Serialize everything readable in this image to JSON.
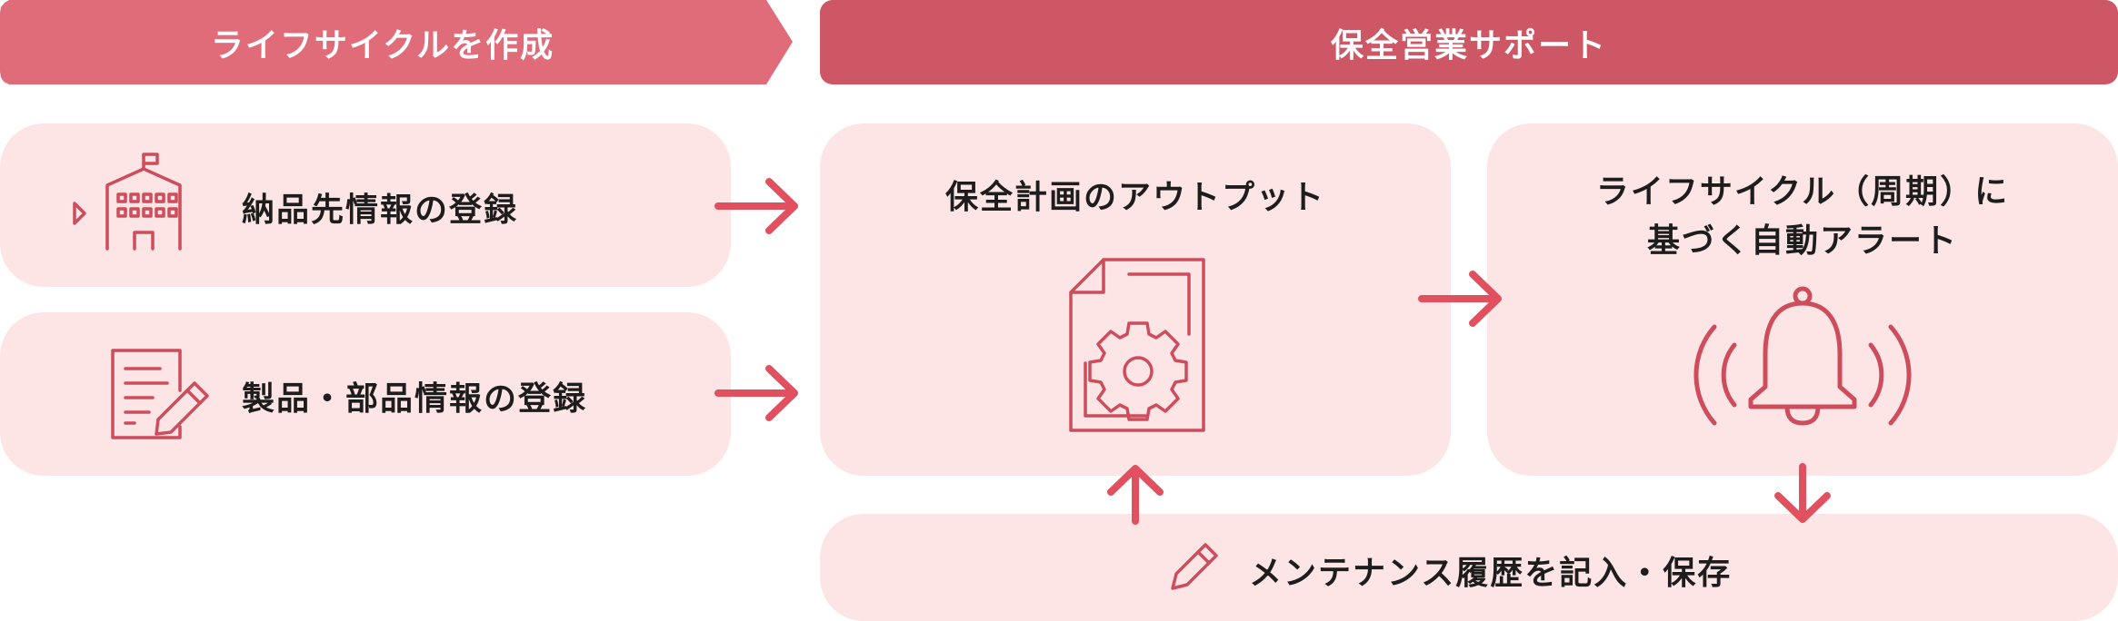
{
  "headers": {
    "left": "ライフサイクルを作成",
    "right": "保全営業サポート"
  },
  "cards": {
    "delivery": {
      "label": "納品先情報の登録",
      "icon": "building-icon"
    },
    "product": {
      "label": "製品・部品情報の登録",
      "icon": "document-edit-icon"
    },
    "plan": {
      "title": "保全計画のアウトプット",
      "icon": "document-gear-icon"
    },
    "alert": {
      "title_line1": "ライフサイクル（周期）に",
      "title_line2": "基づく自動アラート",
      "icon": "bell-ringing-icon"
    },
    "maintenance": {
      "label": "メンテナンス履歴を記入・保存",
      "icon": "pencil-icon"
    }
  },
  "colors": {
    "header_left": "#e06c7a",
    "header_right": "#cd5765",
    "card_bg": "#fde5e6",
    "icon_stroke": "#cd4d5d",
    "arrow": "#e0505f"
  }
}
